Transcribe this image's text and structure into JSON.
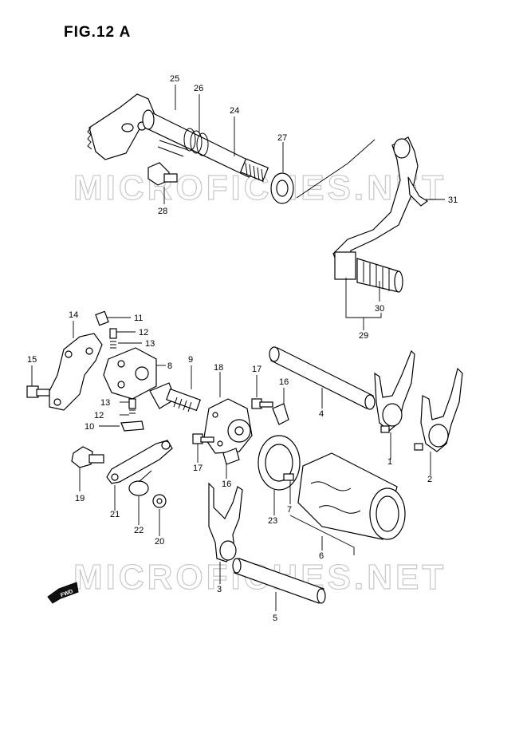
{
  "figure": {
    "title": "FIG.12 A"
  },
  "watermark": "MICROFICHES.NET",
  "fwd_label": "FWD",
  "callouts": {
    "p1": "1",
    "p2": "2",
    "p3": "3",
    "p4": "4",
    "p5": "5",
    "p6": "6",
    "p7": "7",
    "p8": "8",
    "p9": "9",
    "p10": "10",
    "p11": "11",
    "p12a": "12",
    "p12b": "12",
    "p13a": "13",
    "p13b": "13",
    "p14": "14",
    "p15": "15",
    "p16a": "16",
    "p16b": "16",
    "p17a": "17",
    "p17b": "17",
    "p18": "18",
    "p19": "19",
    "p20": "20",
    "p21": "21",
    "p22": "22",
    "p23": "23",
    "p24": "24",
    "p25": "25",
    "p26": "26",
    "p27": "27",
    "p28": "28",
    "p29": "29",
    "p30": "30",
    "p31": "31"
  }
}
